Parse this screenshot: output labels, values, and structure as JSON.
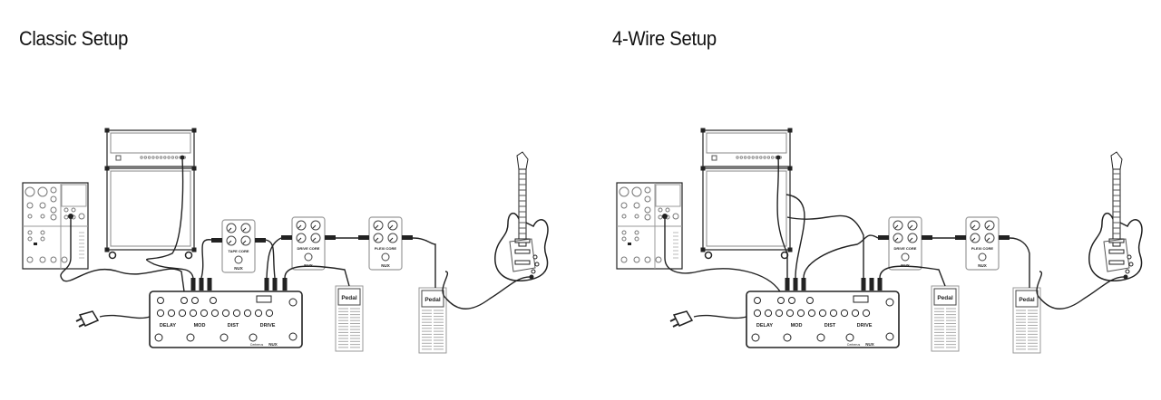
{
  "sections": [
    {
      "title": "Classic Setup",
      "variant": "classic"
    },
    {
      "title": "4-Wire Setup",
      "variant": "fourwire"
    }
  ],
  "board": {
    "labels": [
      "DELAY",
      "MOD",
      "DIST",
      "DRIVE"
    ],
    "model": "Cerberus",
    "brand": "NUX"
  },
  "stompboxes": {
    "tape": "TAPE CORE",
    "drive": "DRIVE CORE",
    "plexi": "PLEXI CORE",
    "brand": "NUX"
  },
  "expression_pedal_label": "Pedal",
  "colors": {
    "line": "#222222",
    "background": "#ffffff"
  }
}
